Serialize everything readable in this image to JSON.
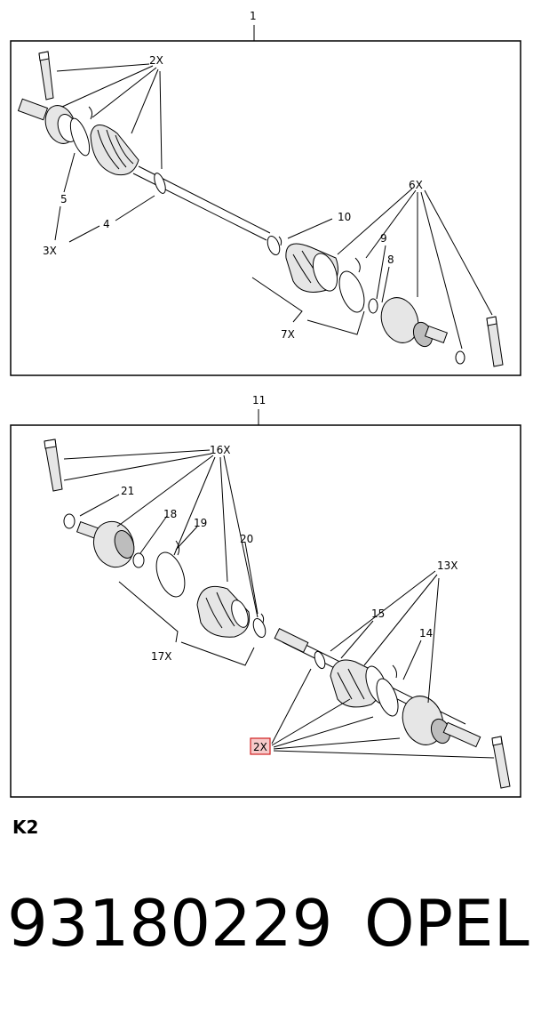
{
  "top_assembly": {
    "callout": "1",
    "labels": {
      "c2x": "2X",
      "c5": "5",
      "c4": "4",
      "c3x": "3X",
      "c6x": "6X",
      "c10": "10",
      "c9": "9",
      "c8": "8",
      "c7x": "7X"
    }
  },
  "bottom_assembly": {
    "callout": "11",
    "labels": {
      "c16x": "16X",
      "c21": "21",
      "c18": "18",
      "c19": "19",
      "c20": "20",
      "c17x": "17X",
      "c13x": "13X",
      "c15": "15",
      "c14": "14",
      "c2x": "2X"
    }
  },
  "group_code": "K2",
  "part_number": "93180229",
  "brand": "OPEL"
}
